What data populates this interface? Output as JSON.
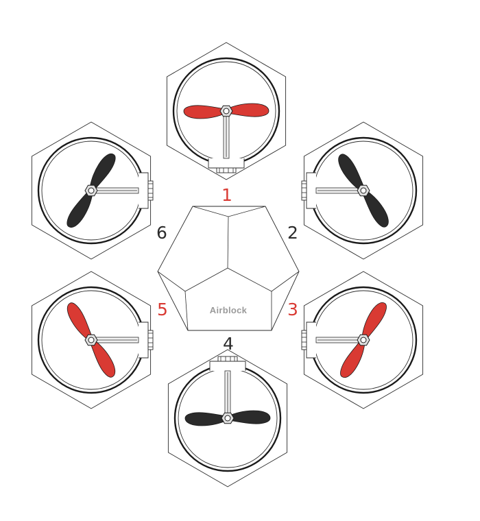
{
  "brand": "Airblock",
  "colors": {
    "red": "#d93a33",
    "dark": "#2b2b2b",
    "outline": "#2a2a2a",
    "brand_text": "#9a9a9a"
  },
  "modules": [
    {
      "label": "1",
      "color": "red",
      "blade": "red"
    },
    {
      "label": "2",
      "color": "dark",
      "blade": "dark"
    },
    {
      "label": "3",
      "color": "red",
      "blade": "red"
    },
    {
      "label": "4",
      "color": "dark",
      "blade": "dark"
    },
    {
      "label": "5",
      "color": "red",
      "blade": "red"
    },
    {
      "label": "6",
      "color": "dark",
      "blade": "dark"
    }
  ]
}
